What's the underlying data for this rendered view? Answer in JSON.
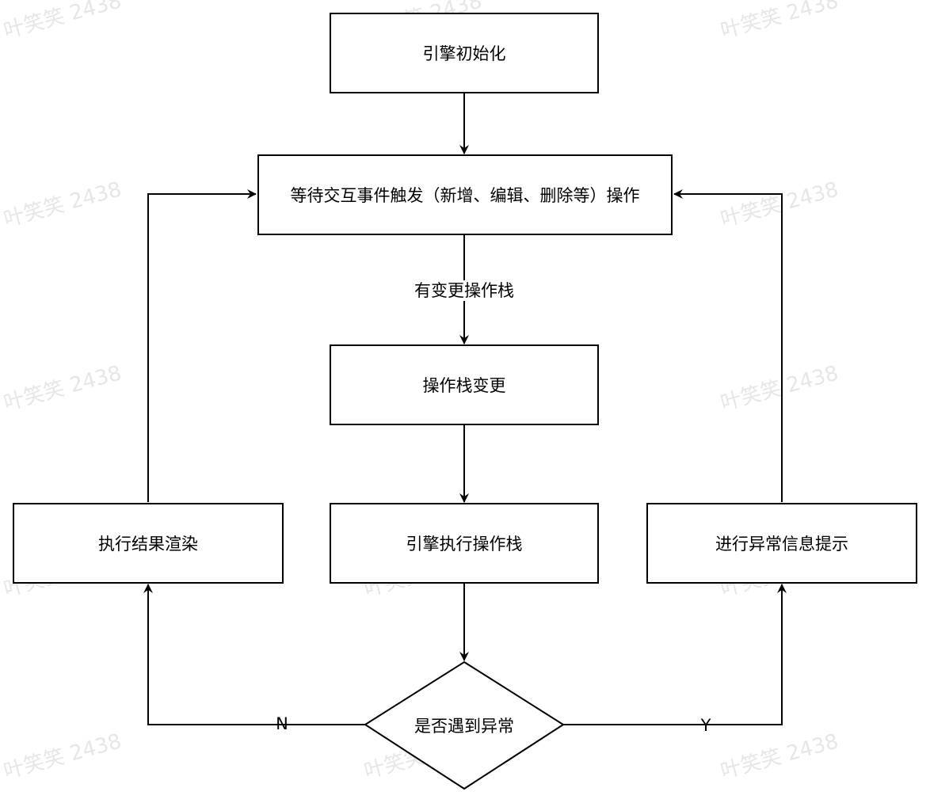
{
  "watermark_text": "叶笑笑 2438",
  "nodes": {
    "init": "引擎初始化",
    "wait": "等待交互事件触发（新增、编辑、删除等）操作",
    "stack_change": "操作栈变更",
    "render": "执行结果渲染",
    "execute": "引擎执行操作栈",
    "error_tip": "进行异常信息提示",
    "decision": "是否遇到异常"
  },
  "edges": {
    "has_change": "有变更操作栈",
    "no": "N",
    "yes": "Y"
  }
}
